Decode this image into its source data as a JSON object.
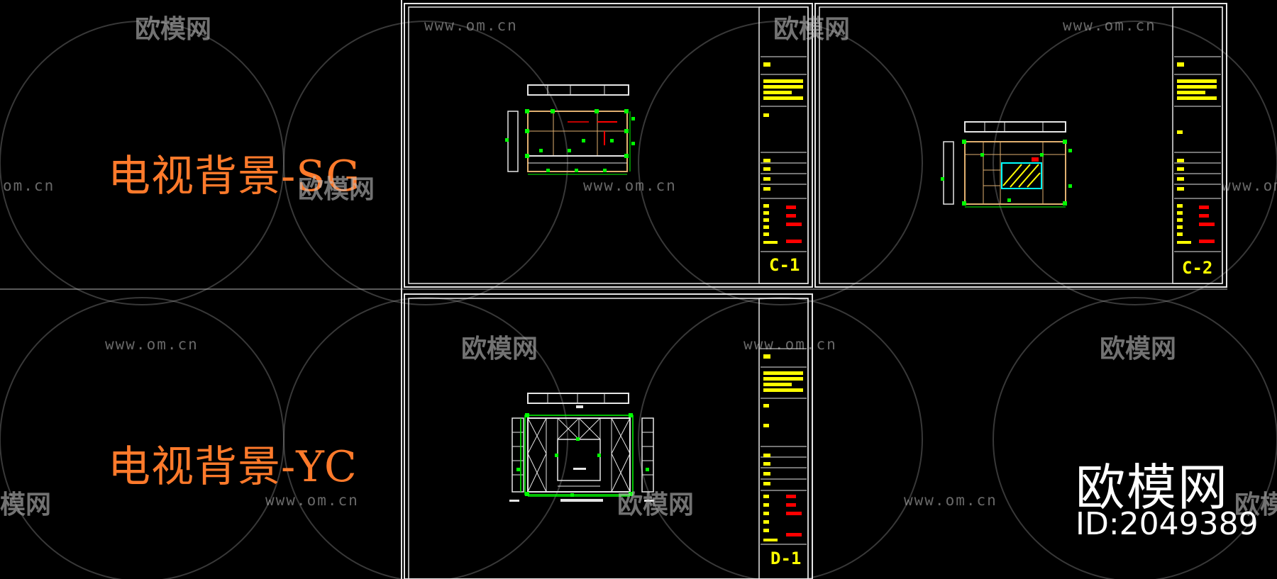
{
  "labels": {
    "left_top": "电视背景-SG",
    "left_bottom": "电视背景-YC"
  },
  "sheets": [
    {
      "code": "C-1"
    },
    {
      "code": "C-2"
    },
    {
      "code": "D-1"
    }
  ],
  "watermark": {
    "url": "www.om.cn",
    "url_cut": "om.cn",
    "brand": "欧模网",
    "brand_cut": "欧模",
    "brand_cut2": "模网"
  },
  "brand_badge": {
    "name": "欧模网",
    "id": "ID:2049389"
  },
  "colors": {
    "background": "#000000",
    "frame": "#e6e6e6",
    "cad_green": "#00ff00",
    "cad_yellow": "#ffff00",
    "cad_red": "#ff0000",
    "cad_orange_line": "#e0b070",
    "label_orange": "#ff7a2b",
    "cyan": "#00ffff"
  }
}
